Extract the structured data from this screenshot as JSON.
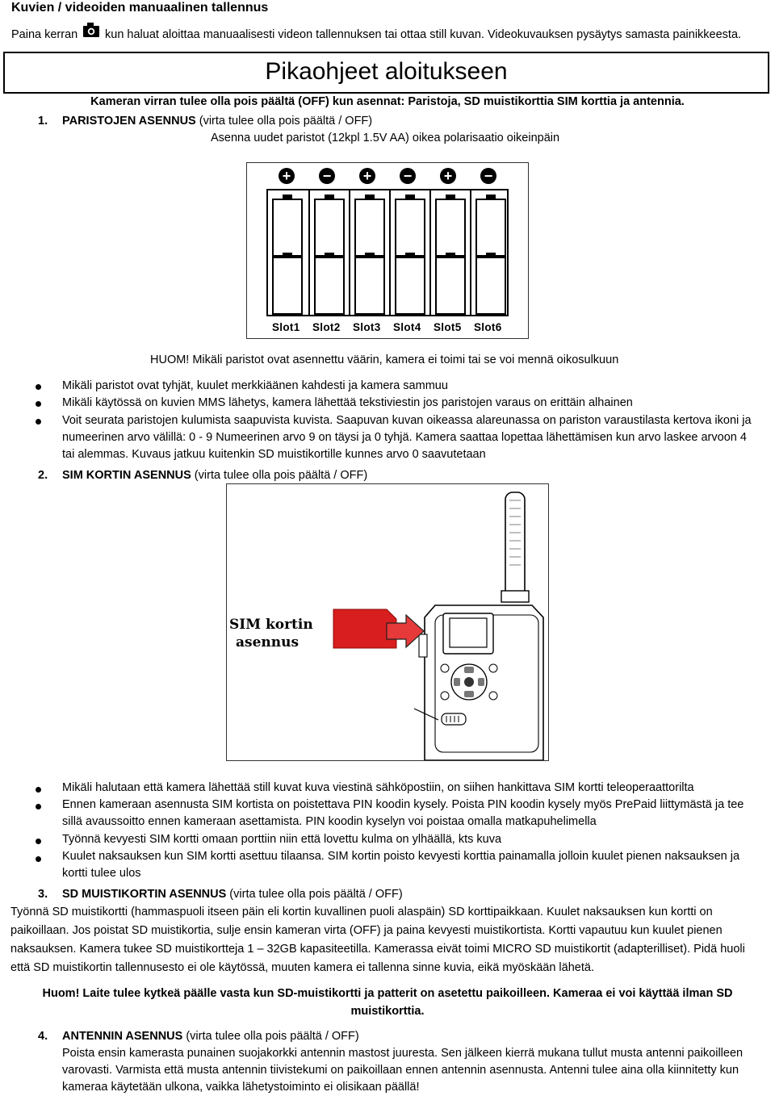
{
  "manual_capture": {
    "heading": "Kuvien / videoiden manuaalinen tallennus",
    "text_before_icon": "Paina kerran",
    "camera_icon": "camera-icon",
    "text_after_icon": "kun haluat aloittaa manuaalisesti videon tallennuksen tai ottaa still kuvan. Videokuvauksen pysäytys samasta painikkeesta."
  },
  "quickstart": {
    "title": "Pikaohjeet aloitukseen",
    "intro": "Kameran virran tulee olla pois päältä (OFF) kun asennat: Paristoja, SD muistikorttia SIM korttia ja antennia."
  },
  "section1": {
    "number": "1.",
    "title": "PARISTOJEN ASENNUS",
    "note": " (virta tulee olla pois päältä / OFF)",
    "subtitle": "Asenna uudet paristot (12kpl 1.5V AA) oikea polarisaatio oikeinpäin",
    "polarity": [
      "+",
      "−",
      "+",
      "−",
      "+",
      "−"
    ],
    "slots": [
      "Slot1",
      "Slot2",
      "Slot3",
      "Slot4",
      "Slot5",
      "Slot6"
    ],
    "warning": "HUOM! Mikäli paristot ovat asennettu väärin, kamera ei toimi tai se voi mennä oikosulkuun",
    "bullets": [
      "Mikäli paristot ovat tyhjät, kuulet merkkiäänen kahdesti ja kamera sammuu",
      "Mikäli käytössä on kuvien MMS lähetys, kamera lähettää tekstiviestin jos paristojen varaus on erittäin alhainen"
    ],
    "bullet3_lines": [
      "Voit seurata paristojen kulumista saapuvista kuvista. Saapuvan kuvan oikeassa alareunassa on pariston varaustilasta kertova ikoni ja",
      "numeerinen arvo välillä: 0 - 9 Numeerinen arvo 9 on täysi ja 0 tyhjä. Kamera saattaa lopettaa lähettämisen kun arvo laskee arvoon 4",
      "tai alemmas. Kuvaus jatkuu kuitenkin SD muistikortille kunnes arvo 0 saavutetaan"
    ]
  },
  "section2": {
    "number": "2.",
    "title": "SIM KORTIN ASENNUS",
    "note": " (virta tulee olla pois päältä / OFF)",
    "figure_label_line1": "SIM kortin",
    "figure_label_line2": "asennus",
    "bullets": [
      [
        "Mikäli halutaan että kamera lähettää still kuvat kuva viestinä sähköpostiin, on siihen hankittava SIM kortti teleoperaattorilta"
      ],
      [
        "Ennen kameraan asennusta SIM kortista on poistettava PIN koodin kysely. Poista PIN koodin kysely myös PrePaid liittymästä ja tee",
        "sillä avaussoitto ennen kameraan asettamista. PIN koodin kyselyn voi poistaa omalla matkapuhelimella"
      ],
      [
        "Työnnä kevyesti SIM kortti omaan porttiin niin että lovettu kulma on ylhäällä, kts kuva"
      ],
      [
        "Kuulet naksauksen kun SIM kortti asettuu tilaansa. SIM kortin poisto kevyesti korttia painamalla jolloin kuulet pienen naksauksen ja",
        "kortti tulee ulos"
      ]
    ]
  },
  "section3": {
    "number": "3.",
    "title": "SD MUISTIKORTIN ASENNUS",
    "note": " (virta tulee olla pois päältä / OFF)",
    "lines": [
      "Työnnä SD muistikortti (hammaspuoli itseen päin eli kortin kuvallinen puoli alaspäin) SD korttipaikkaan. Kuulet naksauksen kun kortti on",
      "paikoillaan. Jos poistat SD muistikortia, sulje ensin kameran virta (OFF) ja paina kevyesti muistikortista. Kortti vapautuu kun kuulet pienen",
      "naksauksen. Kamera tukee SD muistikortteja 1 – 32GB kapasiteetilla. Kamerassa eivät toimi MICRO SD muistikortit (adapterilliset). Pidä huoli",
      "että SD muistikortin tallennusesto ei ole käytössä, muuten kamera ei tallenna sinne kuvia, eikä myöskään lähetä."
    ],
    "warning_line1": "Huom! Laite tulee kytkeä päälle vasta kun SD-muistikortti ja patterit on asetettu paikoilleen. Kameraa ei voi käyttää ilman SD",
    "warning_line2": "muistikorttia."
  },
  "section4": {
    "number": "4.",
    "title": "ANTENNIN ASENNUS",
    "note": " (virta tulee olla pois päältä / OFF)",
    "lines": [
      "Poista ensin kamerasta punainen suojakorkki antennin mastost juuresta. Sen jälkeen kierrä mukana tullut musta antenni paikoilleen",
      "varovasti. Varmista että musta antennin tiivistekumi on paikoillaan ennen antennin asennusta. Antenni tulee aina olla kiinnitetty kun",
      "kameraa käytetään ulkona, vaikka lähetystoiminto ei olisikaan päällä!"
    ]
  },
  "colors": {
    "sim_card": "#d81e1e",
    "arrow": "#e63a3a",
    "text": "#000000"
  }
}
